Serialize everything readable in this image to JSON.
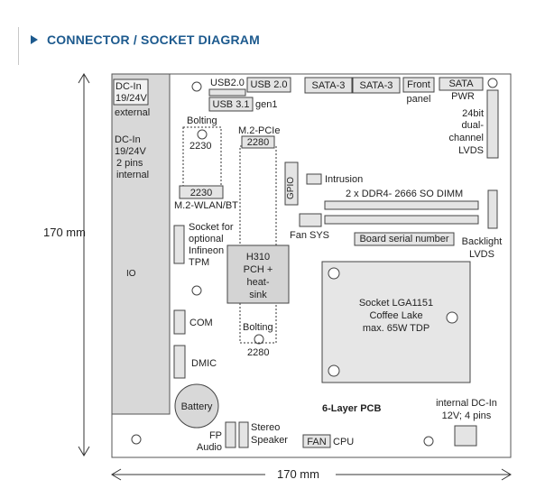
{
  "header": {
    "title": "CONNECTOR / SOCKET DIAGRAM"
  },
  "dimensions": {
    "height": "170 mm",
    "width": "170 mm"
  },
  "labels": {
    "dc_in_external": [
      "DC-In",
      "19/24V"
    ],
    "external": "external",
    "dc_in_internal": [
      "DC-In",
      "19/24V",
      "2 pins",
      "internal"
    ],
    "io": "IO",
    "usb20_top": "USB2.0",
    "usb20_box": "USB 2.0",
    "usb31": "USB 3.1",
    "gen1": "gen1",
    "sata3_a": "SATA-3",
    "sata3_b": "SATA-3",
    "front": "Front",
    "panel": "panel",
    "sata": "SATA",
    "pwr": "PWR",
    "lvds24": [
      "24bit",
      "dual-",
      "channel",
      "LVDS"
    ],
    "bolting_top": "Bolting",
    "n2230_top": "2230",
    "m2_pcie": "M.2-PCIe",
    "n2280_box": "2280",
    "gpio": "GPIO",
    "intrusion": "Intrusion",
    "ddr4": "2 x DDR4- 2666 SO DIMM",
    "n2230_box": "2230",
    "m2_wlan": "M.2-WLAN/BT",
    "fan_sys": "Fan SYS",
    "board_serial": "Board serial number",
    "backlight": [
      "Backlight",
      "LVDS"
    ],
    "tpm": [
      "Socket for",
      "optional",
      "Infineon",
      "TPM"
    ],
    "h310": [
      "H310",
      "PCH +",
      "heat-",
      "sink"
    ],
    "socket": [
      "Socket LGA1151",
      "Coffee Lake",
      "max. 65W TDP"
    ],
    "com": "COM",
    "bolting_bottom": "Bolting",
    "n2280_bottom": "2280",
    "dmic": "DMIC",
    "battery": "Battery",
    "pcb": "6-Layer PCB",
    "internal_dc": [
      "internal DC-In",
      "12V; 4 pins"
    ],
    "fp_audio": [
      "FP",
      "Audio"
    ],
    "stereo": [
      "Stereo",
      "Speaker"
    ],
    "fan": "FAN",
    "cpu": "CPU"
  }
}
